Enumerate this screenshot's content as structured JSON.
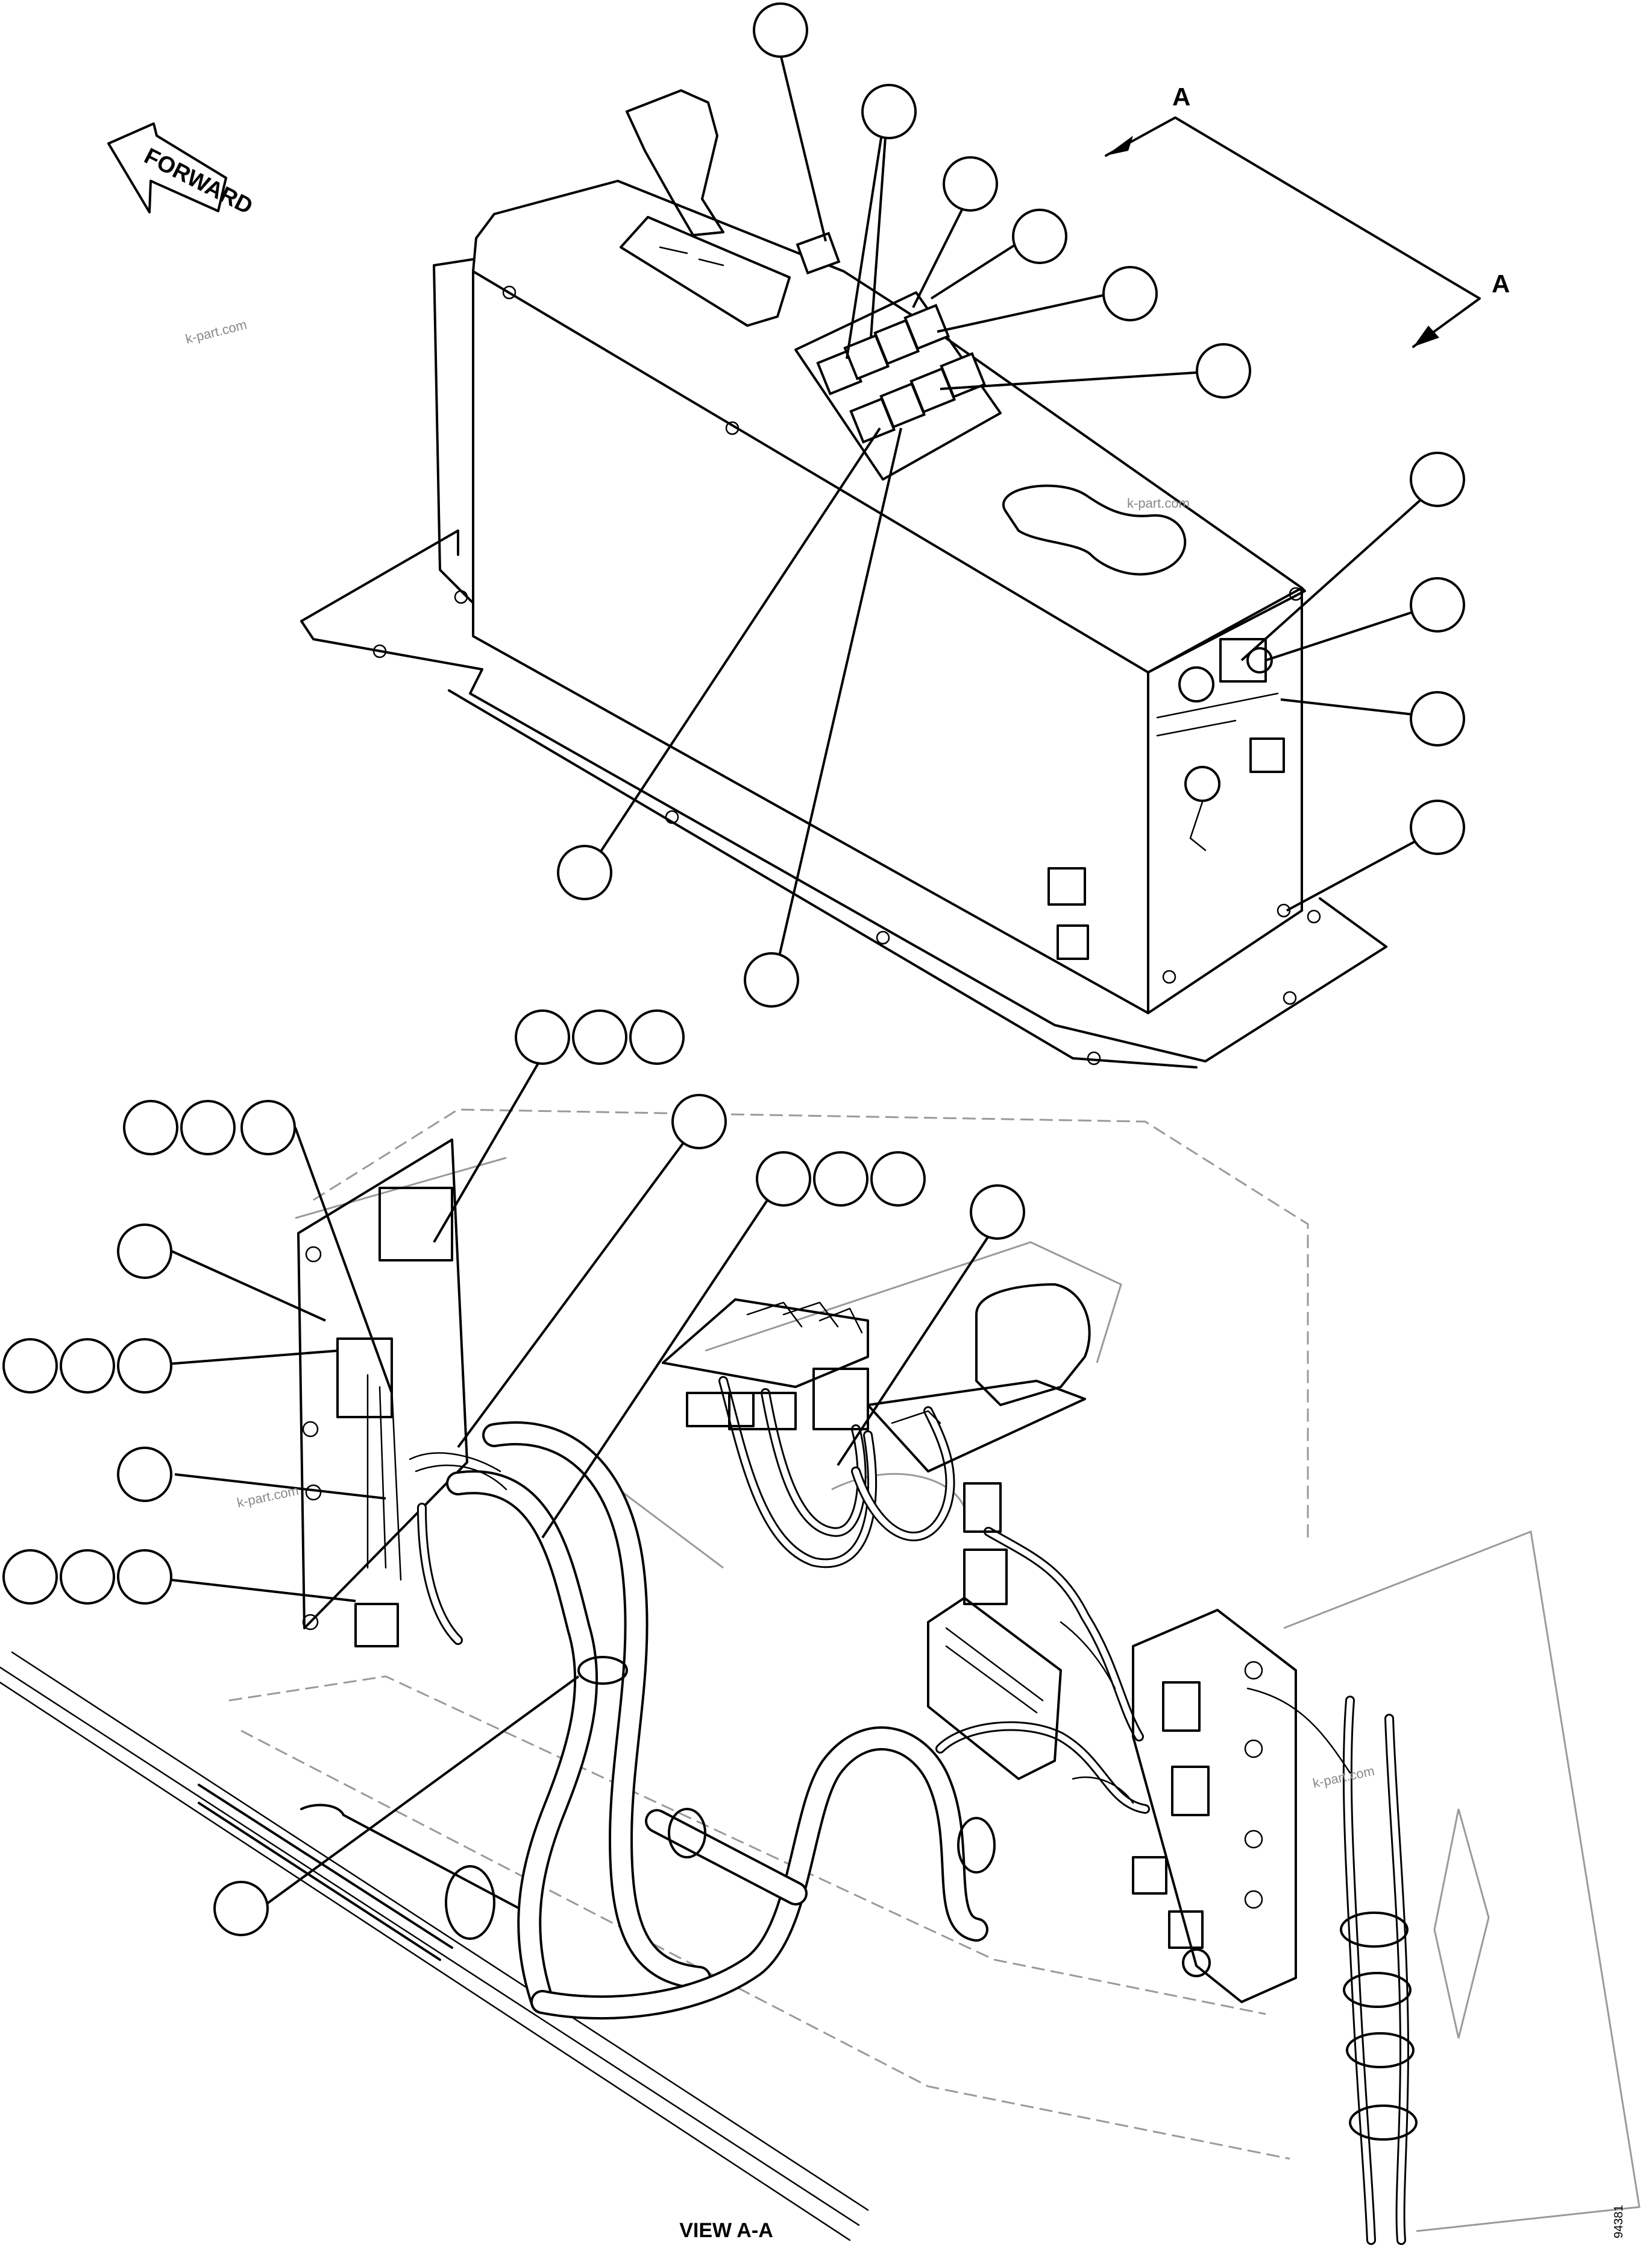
{
  "labels": {
    "forward": "FORWARD",
    "section_a_top": "A",
    "section_a_bottom": "A",
    "view_title": "VIEW A-A",
    "watermark": "k-part.com",
    "drawing_number": "94381"
  },
  "callouts": {
    "top": [
      {
        "id": "t1",
        "text": ""
      },
      {
        "id": "t2",
        "text": ""
      },
      {
        "id": "t3",
        "text": ""
      },
      {
        "id": "t4",
        "text": ""
      },
      {
        "id": "t5",
        "text": ""
      },
      {
        "id": "t6",
        "text": ""
      },
      {
        "id": "t7",
        "text": ""
      },
      {
        "id": "t8",
        "text": ""
      },
      {
        "id": "t9",
        "text": ""
      },
      {
        "id": "t10",
        "text": ""
      },
      {
        "id": "t11",
        "text": ""
      },
      {
        "id": "t12",
        "text": ""
      }
    ],
    "view": [
      {
        "id": "v1",
        "text": ""
      },
      {
        "id": "v2",
        "text": ""
      },
      {
        "id": "v3",
        "text": ""
      },
      {
        "id": "v4",
        "text": ""
      },
      {
        "id": "v5",
        "text": ""
      },
      {
        "id": "v6",
        "text": ""
      },
      {
        "id": "v7",
        "text": ""
      },
      {
        "id": "v8",
        "text": ""
      },
      {
        "id": "v9",
        "text": ""
      },
      {
        "id": "v10",
        "text": ""
      },
      {
        "id": "v11",
        "text": ""
      },
      {
        "id": "v12",
        "text": ""
      },
      {
        "id": "v13",
        "text": ""
      },
      {
        "id": "v14",
        "text": ""
      },
      {
        "id": "v15",
        "text": ""
      },
      {
        "id": "v16",
        "text": ""
      },
      {
        "id": "v17",
        "text": ""
      },
      {
        "id": "v18",
        "text": ""
      },
      {
        "id": "v19",
        "text": ""
      },
      {
        "id": "v20",
        "text": ""
      }
    ]
  }
}
